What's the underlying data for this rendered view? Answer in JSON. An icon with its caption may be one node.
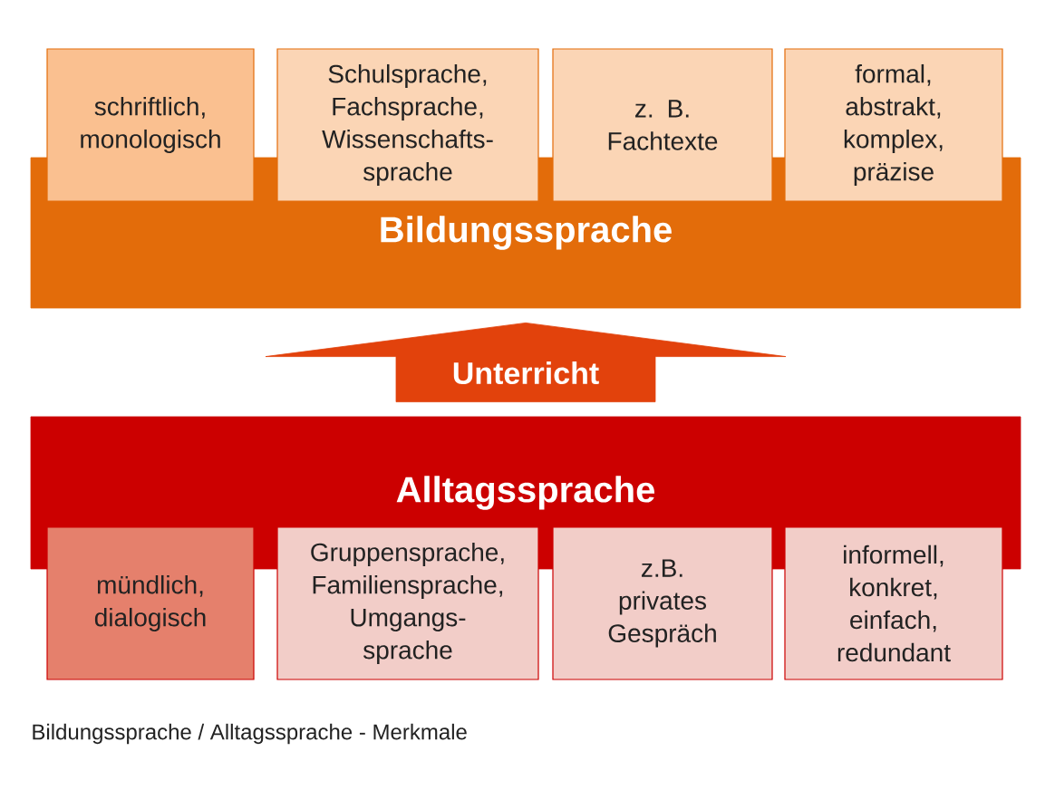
{
  "diagram": {
    "caption": "Bildungssprache / Alltagssprache - Merkmale",
    "nodes": [
      {
        "text": [
          "Bildungssprache"
        ]
      },
      {
        "text": [
          "schriftlich, monologisch"
        ]
      },
      {
        "text": [
          "Schulsprache, Fachsprache, Wissenschafts- sprache"
        ]
      },
      {
        "text": [
          "z. B. Fachtexte"
        ]
      },
      {
        "text": [
          "formal, abstrakt, komplex, präzise"
        ]
      },
      {
        "text": [
          "Alltagssprache"
        ]
      },
      {
        "text": [
          "mündlich, dialogisch"
        ]
      },
      {
        "text": [
          "Gruppensprache, Familiensprache, Umgangs- sprache"
        ]
      },
      {
        "text": [
          "z.B. privates Gespräch"
        ]
      },
      {
        "text": [
          "informell, konkret, einfach, redundant"
        ]
      }
    ],
    "edges": [
      {
        "from": 5,
        "to": 0,
        "arrow": "to",
        "label": "Unterricht"
      }
    ]
  }
}
